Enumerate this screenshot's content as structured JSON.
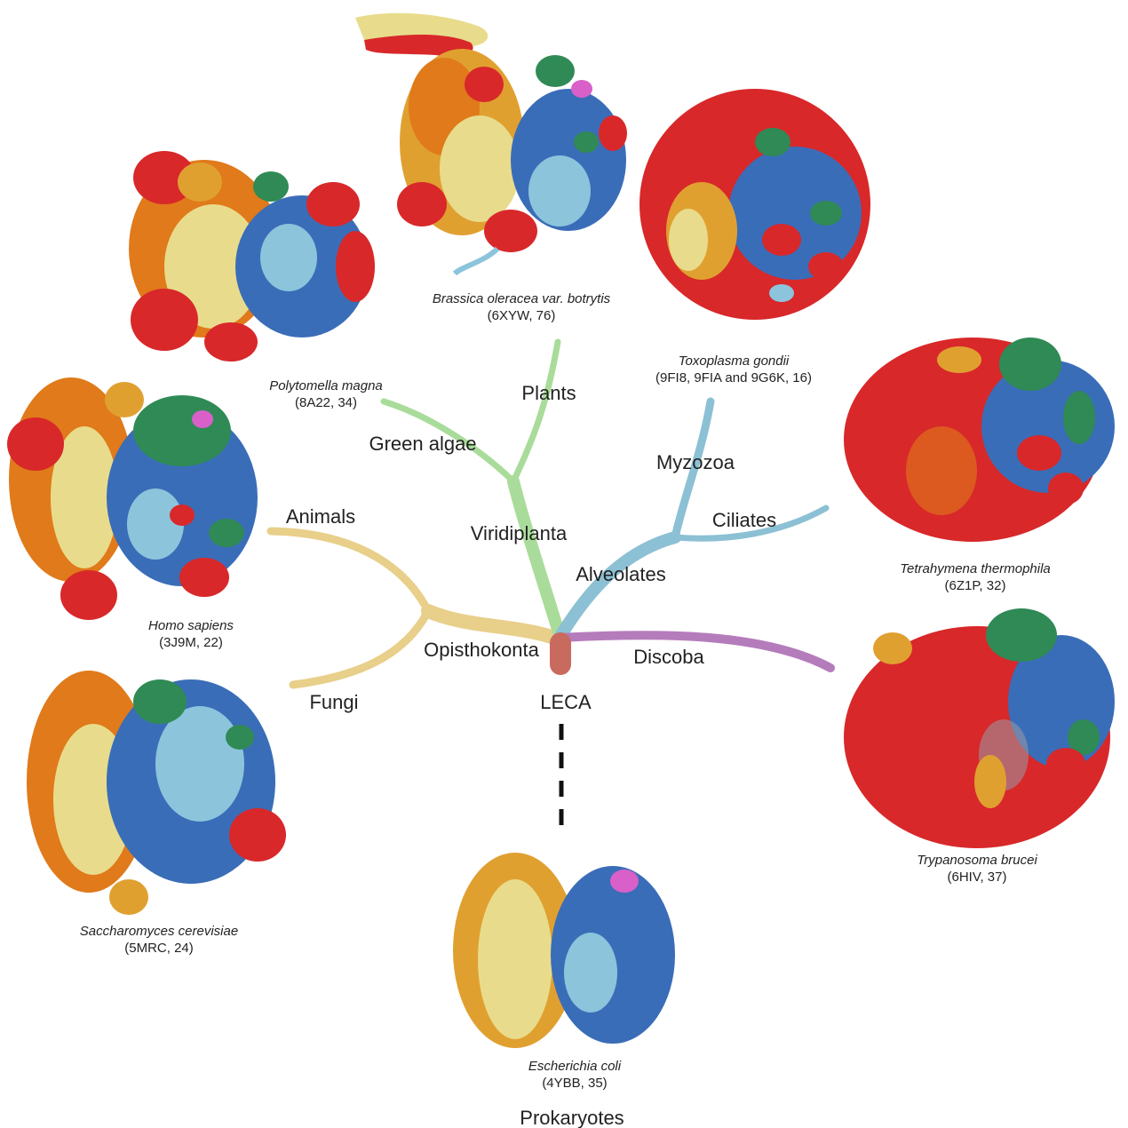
{
  "colors": {
    "fungi_animals_branch": "#e8cf8a",
    "plant_branch": "#a9dc9a",
    "alveolate_branch": "#8cc0d4",
    "discoba_branch": "#b57cbc",
    "leca_root": "#c96a5e",
    "protein_red": "#d8282a",
    "protein_orange": "#e07a1a",
    "protein_gold": "#e0a030",
    "rrna_yellow": "#e8dc8c",
    "protein_blue": "#3a6db8",
    "rrna_lightblue": "#8cc4dc",
    "protein_green": "#2f8a55",
    "protein_magenta": "#d860c8"
  },
  "tree": {
    "leca": "LECA",
    "prokaryotes": "Prokaryotes",
    "clades": {
      "opisthokonta": "Opisthokonta",
      "animals": "Animals",
      "fungi": "Fungi",
      "viridiplanta": "Viridiplanta",
      "green_algae": "Green algae",
      "plants": "Plants",
      "alveolates": "Alveolates",
      "myzozoa": "Myzozoa",
      "ciliates": "Ciliates",
      "discoba": "Discoba"
    }
  },
  "structures": [
    {
      "species": "Brassica oleracea var. botrytis",
      "id": "(6XYW, 76)"
    },
    {
      "species": "Polytomella magna",
      "id": "(8A22, 34)"
    },
    {
      "species": "Toxoplasma gondii",
      "id": "(9FI8, 9FIA and 9G6K, 16)"
    },
    {
      "species": "Homo sapiens",
      "id": "(3J9M, 22)"
    },
    {
      "species": "Tetrahymena thermophila",
      "id": "(6Z1P, 32)"
    },
    {
      "species": "Saccharomyces cerevisiae",
      "id": "(5MRC, 24)"
    },
    {
      "species": "Trypanosoma brucei",
      "id": "(6HIV, 37)"
    },
    {
      "species": "Escherichia coli",
      "id": "(4YBB, 35)"
    }
  ]
}
